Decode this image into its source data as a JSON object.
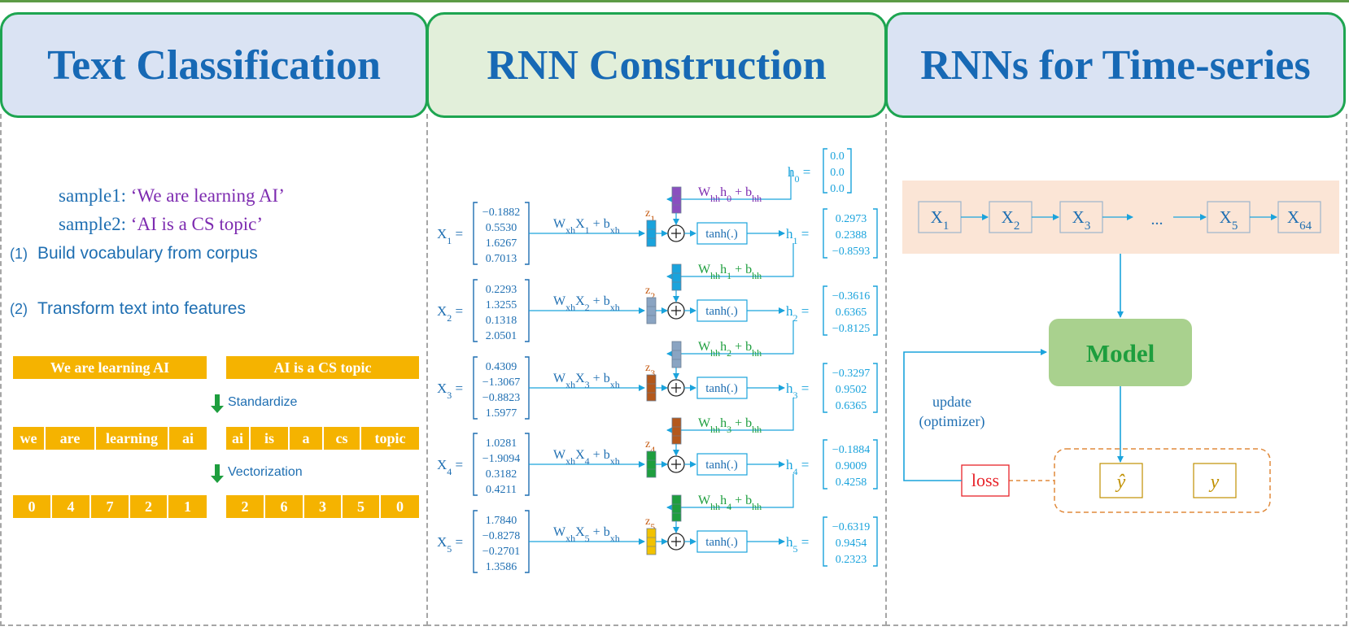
{
  "panels": {
    "text_classification": {
      "title": "Text Classification",
      "sample1_label": "sample1: ",
      "sample1_text": "‘We are learning AI’",
      "sample2_label": "sample2: ",
      "sample2_text": "‘AI is a CS topic’",
      "step1_num": "(1)",
      "step1_text": "Build vocabulary from corpus",
      "step2_num": "(2)",
      "step2_text": "Transform text into features",
      "sentence1": "We are learning AI",
      "sentence2": "AI is a CS topic",
      "standardize_label": "Standardize",
      "vectorization_label": "Vectorization",
      "tokens1": [
        "we",
        "are",
        "learning",
        "ai"
      ],
      "tokens2": [
        "ai",
        "is",
        "a",
        "cs",
        "topic"
      ],
      "vector1": [
        "0",
        "4",
        "7",
        "2",
        "1"
      ],
      "vector2": [
        "2",
        "6",
        "3",
        "5",
        "0"
      ]
    },
    "rnn_construction": {
      "title": "RNN Construction",
      "h0": {
        "label": "h",
        "sub": "0",
        "values": [
          "0.0",
          "0.0",
          "0.0"
        ]
      },
      "steps": [
        {
          "x_sub": "1",
          "x": [
            "−0.1882",
            "0.5530",
            "1.6267",
            "0.7013"
          ],
          "h": [
            "0.2973",
            "0.2388",
            "−0.8593"
          ],
          "z_color": "#1aa3dc",
          "rec_color": "#8a4fbf"
        },
        {
          "x_sub": "2",
          "x": [
            "0.2293",
            "1.3255",
            "0.1318",
            "2.0501"
          ],
          "h": [
            "−0.3616",
            "0.6365",
            "−0.8125"
          ],
          "z_color": "#8aa4c2",
          "rec_color": "#1aa3dc"
        },
        {
          "x_sub": "3",
          "x": [
            "0.4309",
            "−1.3067",
            "−0.8823",
            "1.5977"
          ],
          "h": [
            "−0.3297",
            "0.9502",
            "0.6365"
          ],
          "z_color": "#b4581b",
          "rec_color": "#8aa4c2"
        },
        {
          "x_sub": "4",
          "x": [
            "1.0281",
            "−1.9094",
            "0.3182",
            "0.4211"
          ],
          "h": [
            "−0.1884",
            "0.9009",
            "0.4258"
          ],
          "z_color": "#1e9e3e",
          "rec_color": "#b4581b"
        },
        {
          "x_sub": "5",
          "x": [
            "1.7840",
            "−0.8278",
            "−0.2701",
            "1.3586"
          ],
          "h": [
            "−0.6319",
            "0.9454",
            "0.2323"
          ],
          "z_color": "#f2c200",
          "rec_color": "#1e9e3e"
        }
      ],
      "tanh_label": "tanh(.)",
      "z_label": "z",
      "x_label": "X",
      "h_label": "h",
      "w_xh": "W",
      "w_xh_sub": "xh",
      "b_xh": "b",
      "w_hh_sub": "hh"
    },
    "time_series": {
      "title": "RNNs for Time-series",
      "sequence": [
        {
          "base": "X",
          "sub": "1"
        },
        {
          "base": "X",
          "sub": "2"
        },
        {
          "base": "X",
          "sub": "3"
        },
        {
          "base": "...",
          "sub": ""
        },
        {
          "base": "X",
          "sub": "5"
        },
        {
          "base": "X",
          "sub": "64"
        }
      ],
      "model_label": "Model",
      "update_label": "update",
      "optimizer_label": "(optimizer)",
      "loss_label": "loss",
      "y_hat_label": "ŷ",
      "y_label": "y"
    }
  },
  "colors": {
    "header_green_border": "#1ea551",
    "header_blue_bg": "#dae3f3",
    "header_green_bg": "#e2efda",
    "title_blue": "#1769b5",
    "orange_box": "#f5b300",
    "rnn_blue": "#1aa3dc",
    "sequence_bg": "#fbe5d6",
    "model_green": "#a9d18e",
    "model_text": "#1e9e3e",
    "loss_red": "#e8232a",
    "y_gold": "#c09000",
    "dashed_orange": "#e08a3c"
  }
}
